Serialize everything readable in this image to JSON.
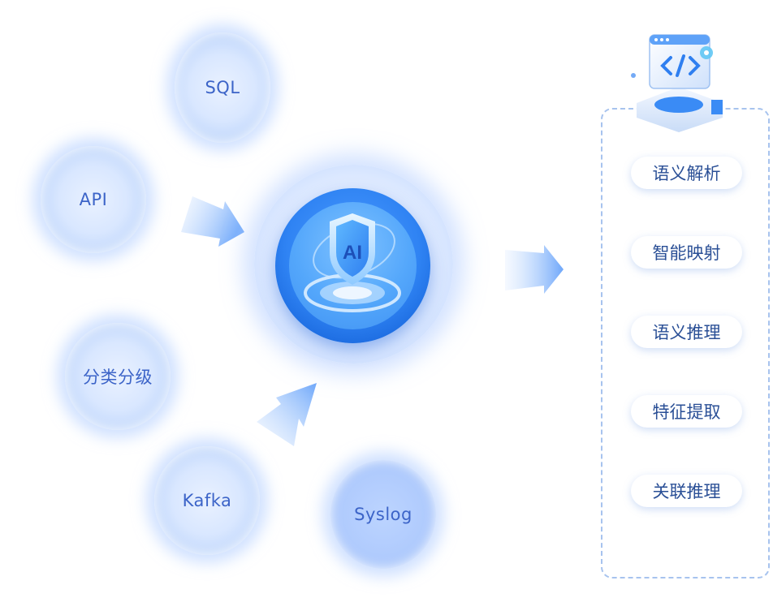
{
  "sources": [
    {
      "label": "SQL"
    },
    {
      "label": "API"
    },
    {
      "label": "分类分级"
    },
    {
      "label": "Kafka"
    },
    {
      "label": "Syslog"
    }
  ],
  "hub": {
    "label": "AI"
  },
  "capabilities": [
    {
      "label": "语义解析"
    },
    {
      "label": "智能映射"
    },
    {
      "label": "语义推理"
    },
    {
      "label": "特征提取"
    },
    {
      "label": "关联推理"
    }
  ],
  "colors": {
    "accent": "#2f83f3",
    "bubble": "#c5dafc",
    "text_blue": "#3c64c8",
    "pill_text": "#2a4f96",
    "panel_border": "#a7c3ee"
  },
  "icons": {
    "hub": "ai-shield-icon",
    "code": "code-window-icon"
  }
}
